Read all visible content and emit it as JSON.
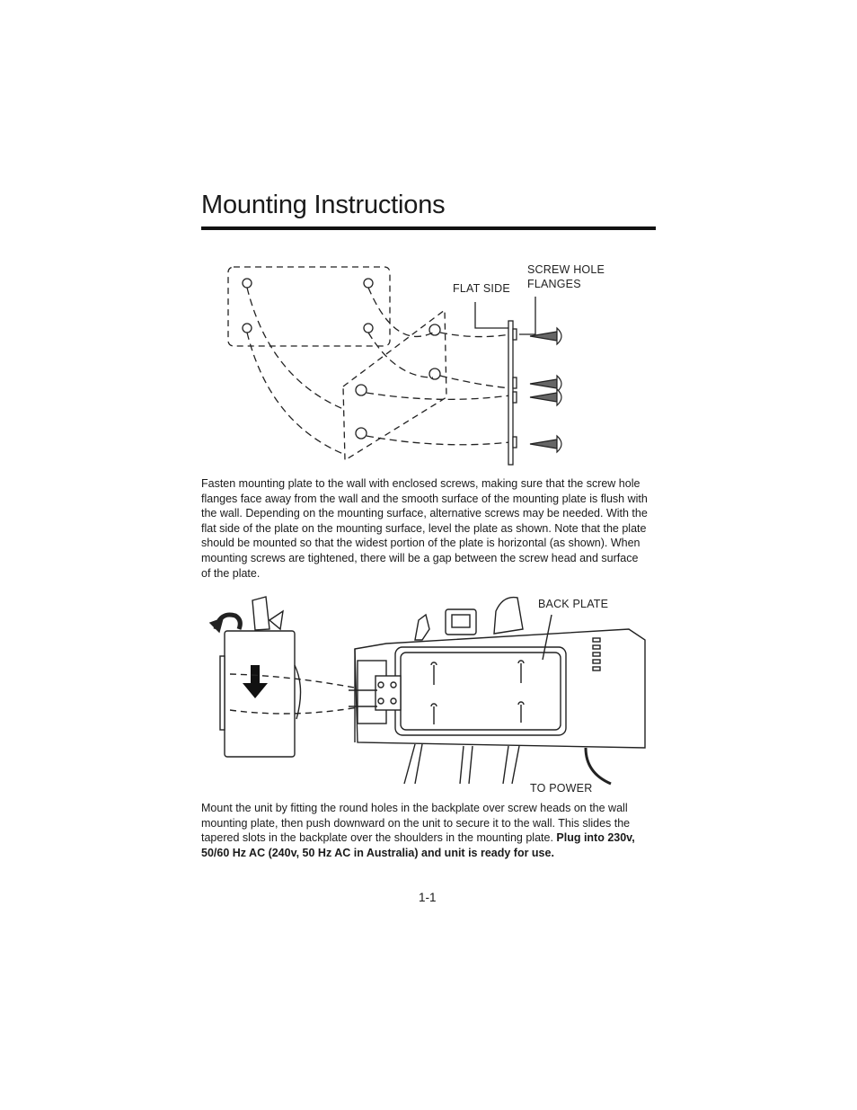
{
  "page": {
    "title": "Mounting Instructions",
    "page_number": "1-1"
  },
  "figure1": {
    "label_screw_hole_flanges_line1": "SCREW HOLE",
    "label_screw_hole_flanges_line2": "FLANGES",
    "label_flat_side": "FLAT SIDE"
  },
  "paragraph1": "Fasten mounting plate to the wall with enclosed screws, making sure that the screw hole flanges face away from the wall and the smooth surface of the mounting plate is flush with the wall. Depending on the mounting surface, alternative screws may be needed. With the flat side of the plate on the mounting surface, level the plate as shown. Note that the plate should be mounted so that the widest portion of the plate is horizontal (as shown). When mounting screws are tightened, there will be a gap between the screw head and surface of the plate.",
  "figure2": {
    "label_back_plate": "BACK PLATE",
    "label_to_power": "TO POWER"
  },
  "paragraph2": {
    "text": "Mount the unit by fitting the round holes in the backplate over screw heads on the wall mounting plate, then push downward on the unit to secure it to the wall. This slides the tapered slots in the backplate over the shoulders in the mounting plate. ",
    "bold": "Plug into 230v, 50/60 Hz AC (240v, 50 Hz AC in Australia) and unit is ready for use."
  }
}
